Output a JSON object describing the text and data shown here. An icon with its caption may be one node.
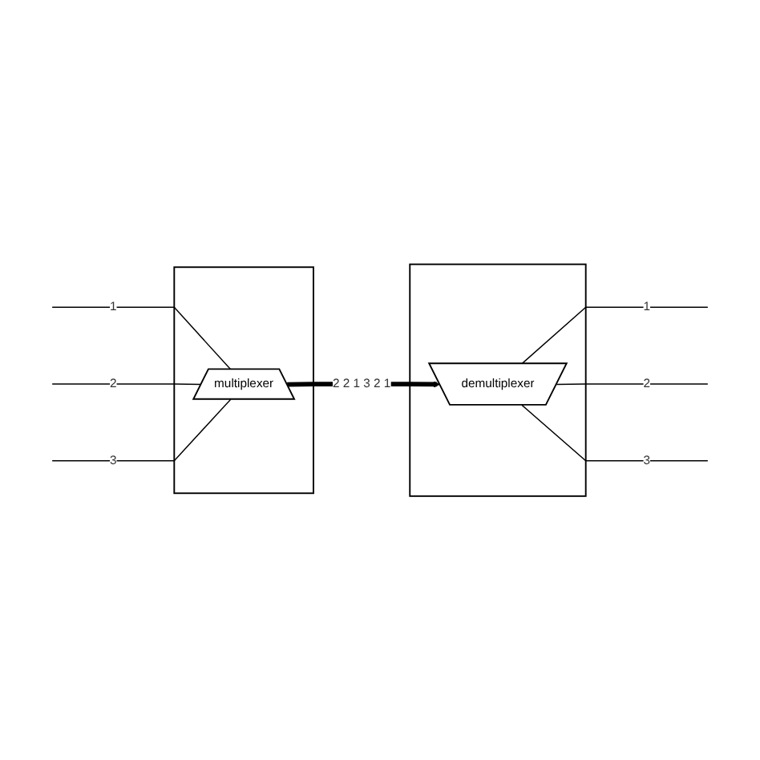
{
  "diagram": {
    "nodes": [
      {
        "text": [],
        "shape": "box"
      },
      {
        "text": [
          "multiplexer"
        ],
        "in": 0
      },
      {
        "text": [],
        "shape": "box"
      },
      {
        "text": [
          "demultiplexer"
        ],
        "in": 2
      }
    ],
    "edges": [
      {
        "from": null,
        "to": 1,
        "arrow": "none",
        "label": "1"
      },
      {
        "from": null,
        "to": 1,
        "arrow": "none",
        "label": "2"
      },
      {
        "from": null,
        "to": 1,
        "arrow": "none",
        "label": "3"
      },
      {
        "from": 1,
        "to": 3,
        "arrow": "to",
        "label": "2 2 1 3 2 1",
        "style": "thick"
      },
      {
        "from": 3,
        "to": null,
        "arrow": "none",
        "label": "1"
      },
      {
        "from": 3,
        "to": null,
        "arrow": "none",
        "label": "2"
      },
      {
        "from": 3,
        "to": null,
        "arrow": "none",
        "label": "3"
      }
    ]
  }
}
